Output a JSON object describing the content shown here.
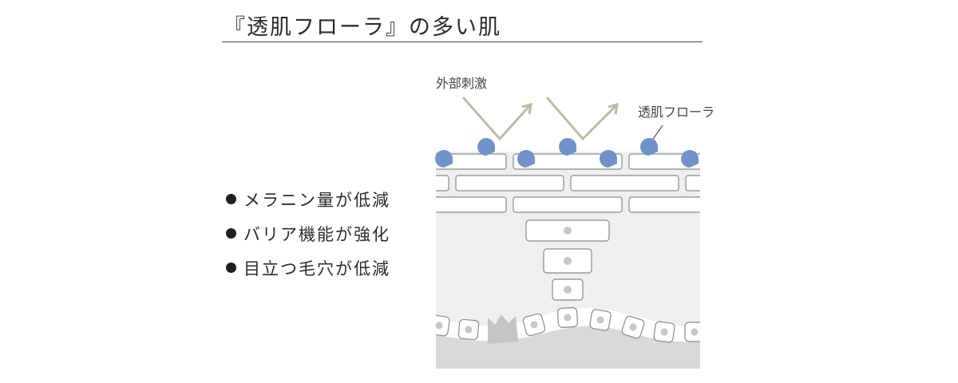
{
  "title": "『透肌フローラ』の多い肌",
  "benefits": [
    {
      "text": "メラニン量が低減"
    },
    {
      "text": "バリア機能が強化"
    },
    {
      "text": "目立つ毛穴が低減"
    }
  ],
  "diagram": {
    "label_external_stimulus": "外部刺激",
    "label_flora": "透肌フローラ"
  },
  "colors": {
    "flora_blue": "#6f93c9",
    "arrow_olive": "#b9bca2",
    "skin_gray": "#efefef",
    "dermis_gray": "#d8d8d8",
    "melanocyte_gray": "#c4c4c4",
    "nucleus_gray": "#c7c7c7",
    "cell_border": "#888888"
  }
}
